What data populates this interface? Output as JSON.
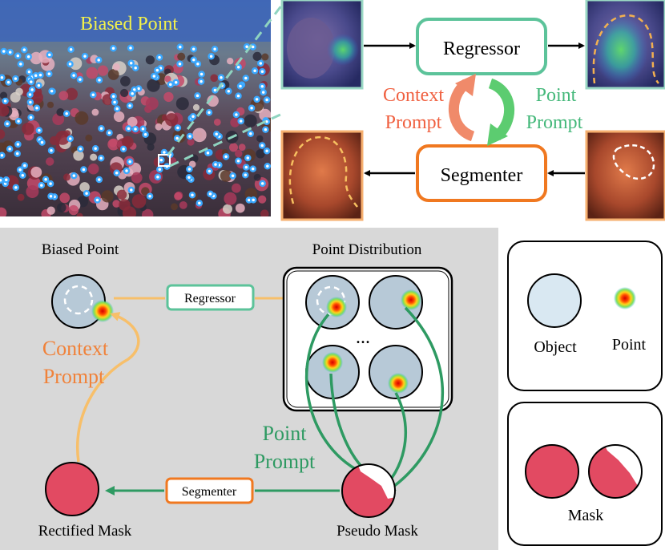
{
  "top": {
    "crowd_label": "Biased Point",
    "regressor_label": "Regressor",
    "segmenter_label": "Segmenter",
    "context_prompt": [
      "Context",
      "Prompt"
    ],
    "point_prompt": [
      "Point",
      "Prompt"
    ]
  },
  "bottom": {
    "biased_point_title": "Biased Point",
    "point_distribution_title": "Point Distribution",
    "regressor_label": "Regressor",
    "segmenter_label": "Segmenter",
    "context_prompt": [
      "Context",
      "Prompt"
    ],
    "point_prompt": [
      "Point",
      "Prompt"
    ],
    "ellipsis": "...",
    "rectified_mask": "Rectified Mask",
    "pseudo_mask": "Pseudo Mask"
  },
  "legend": {
    "object_label": "Object",
    "point_label": "Point",
    "mask_label": "Mask"
  },
  "colors": {
    "regressor_green": "#5cc39a",
    "segmenter_orange": "#f07820",
    "context_orange": "#f29a4a",
    "context_line": "#f7bf6a",
    "point_green": "#2e9a62",
    "object_fill": "#b7c9d7",
    "legend_object_fill": "#d9e8f2",
    "mask_red": "#e24a62",
    "panel_gray": "#d8d8d8"
  }
}
